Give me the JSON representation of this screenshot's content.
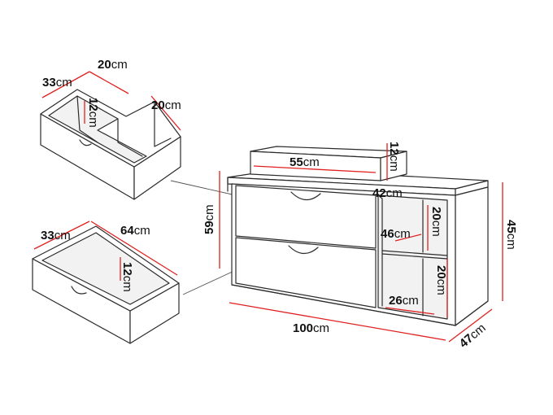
{
  "unit": "cm",
  "drawer_top": {
    "depth": "33",
    "width": "20",
    "height": "12",
    "side_depth": "20"
  },
  "drawer_bottom": {
    "depth": "33",
    "width": "64",
    "height": "12"
  },
  "cabinet": {
    "top_box_width": "55",
    "top_box_height": "12",
    "shelf_width": "42",
    "total_height": "59",
    "shelf_height_upper": "46",
    "niche_height_upper": "20",
    "niche_height_lower": "20",
    "niche_width_lower": "26",
    "side_height": "45",
    "total_width": "100",
    "total_depth": "47"
  }
}
